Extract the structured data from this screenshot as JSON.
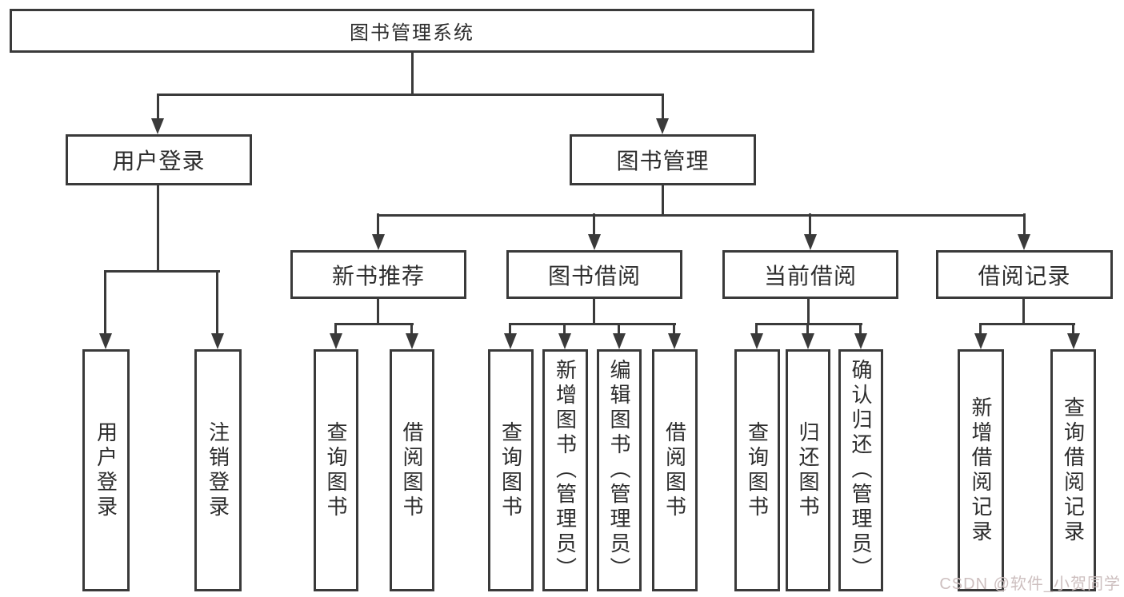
{
  "title": "图书管理系统",
  "tree": {
    "root": "图书管理系统",
    "user_login": {
      "label": "用户登录",
      "children": [
        "用户登录",
        "注销登录"
      ]
    },
    "book_management": {
      "label": "图书管理"
    },
    "new_book_recommend": {
      "label": "新书推荐",
      "children": [
        "查询图书",
        "借阅图书"
      ]
    },
    "book_borrow": {
      "label": "图书借阅",
      "children": [
        "查询图书",
        "新增图书（管理员）",
        "编辑图书（管理员）",
        "借阅图书"
      ]
    },
    "current_borrow": {
      "label": "当前借阅",
      "children": [
        "查询图书",
        "归还图书",
        "确认归还（管理员）"
      ]
    },
    "borrow_record": {
      "label": "借阅记录",
      "children": [
        "新增借阅记录",
        "查询借阅记录"
      ]
    }
  },
  "watermark": "CSDN @软件_小贺同学",
  "colors": {
    "line": "#3a3a3a",
    "border": "#3a3a3a",
    "text": "#2d2d2d",
    "background": "#ffffff",
    "watermark": "#cdbfbf"
  }
}
